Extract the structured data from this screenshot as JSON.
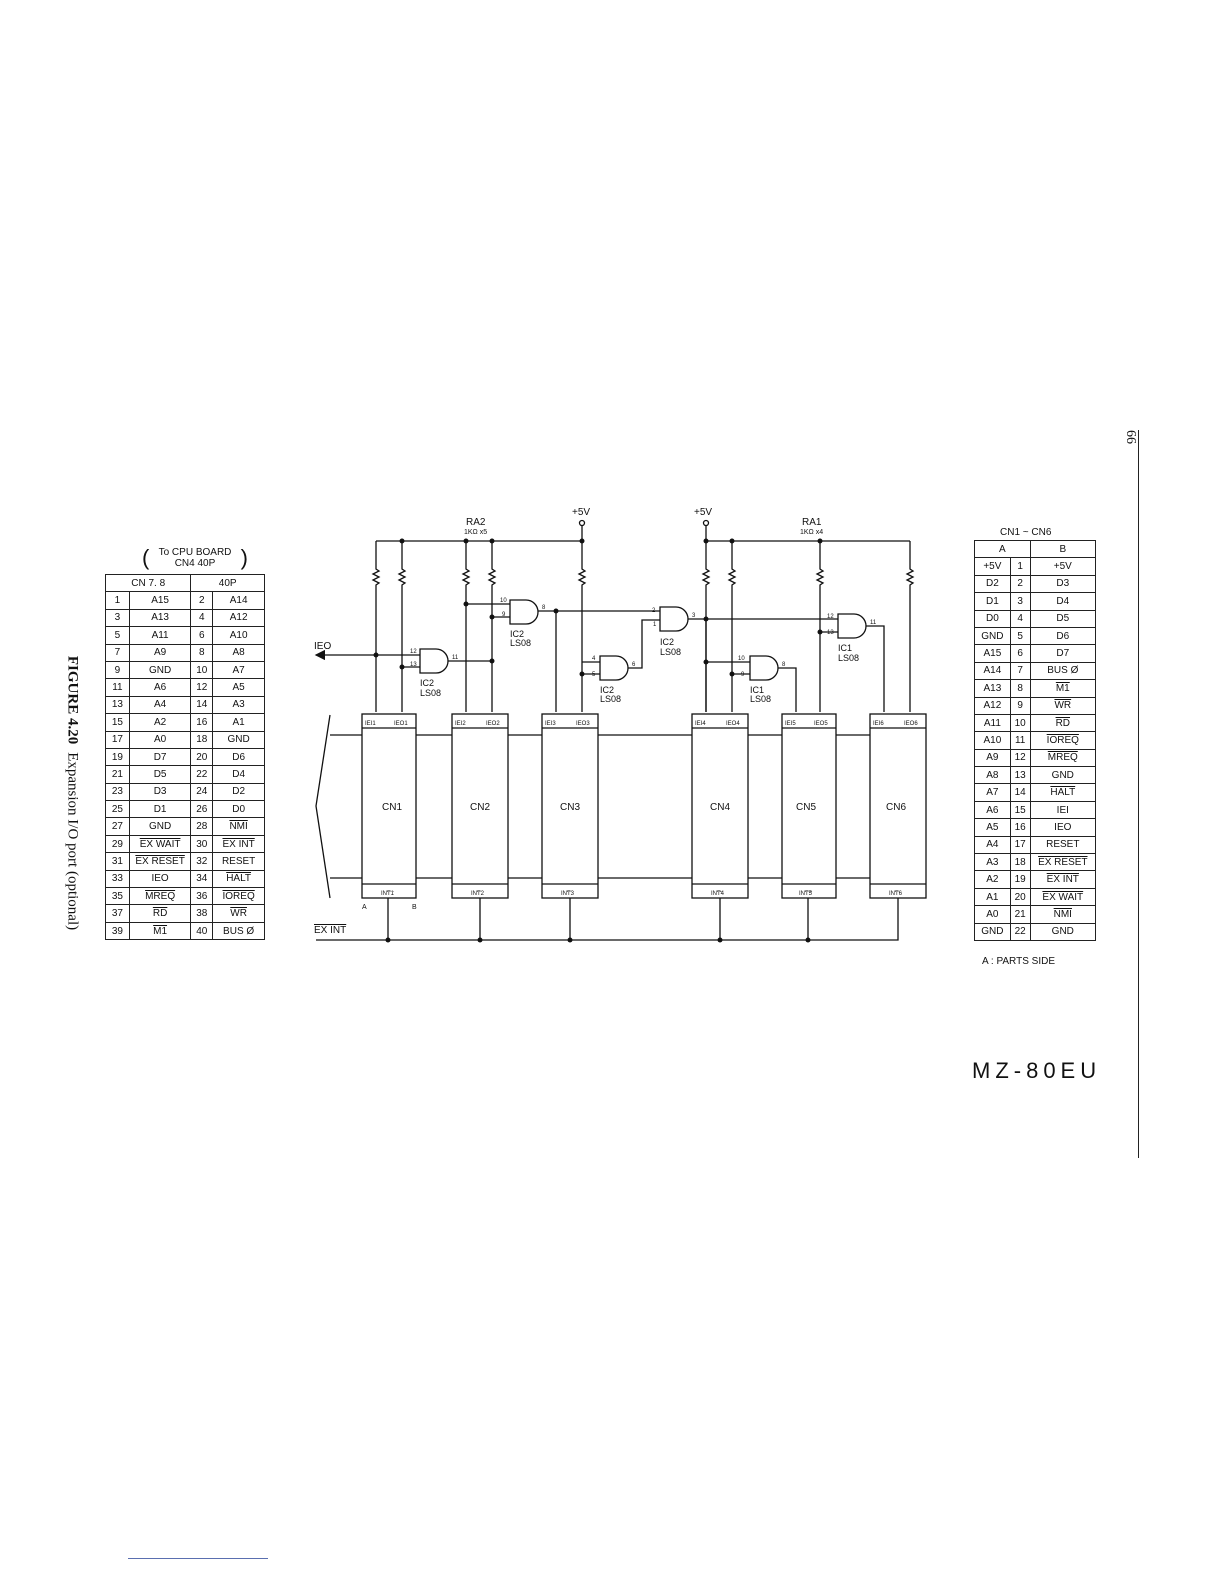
{
  "caption": {
    "figure": "FIGURE 4.20",
    "text": "Expansion I/O port (optional)"
  },
  "page_number": "66",
  "model": "MZ-80EU",
  "left_table": {
    "note_line1": "To CPU BOARD",
    "note_line2": "CN4  40P",
    "header_left": "CN 7. 8",
    "header_right": "40P",
    "rows": [
      [
        {
          "t": "1"
        },
        {
          "t": "A15"
        },
        {
          "t": "2"
        },
        {
          "t": "A14"
        }
      ],
      [
        {
          "t": "3"
        },
        {
          "t": "A13"
        },
        {
          "t": "4"
        },
        {
          "t": "A12"
        }
      ],
      [
        {
          "t": "5"
        },
        {
          "t": "A11"
        },
        {
          "t": "6"
        },
        {
          "t": "A10"
        }
      ],
      [
        {
          "t": "7"
        },
        {
          "t": "A9"
        },
        {
          "t": "8"
        },
        {
          "t": "A8"
        }
      ],
      [
        {
          "t": "9"
        },
        {
          "t": "GND"
        },
        {
          "t": "10"
        },
        {
          "t": "A7"
        }
      ],
      [
        {
          "t": "11"
        },
        {
          "t": "A6"
        },
        {
          "t": "12"
        },
        {
          "t": "A5"
        }
      ],
      [
        {
          "t": "13"
        },
        {
          "t": "A4"
        },
        {
          "t": "14"
        },
        {
          "t": "A3"
        }
      ],
      [
        {
          "t": "15"
        },
        {
          "t": "A2"
        },
        {
          "t": "16"
        },
        {
          "t": "A1"
        }
      ],
      [
        {
          "t": "17"
        },
        {
          "t": "A0"
        },
        {
          "t": "18"
        },
        {
          "t": "GND"
        }
      ],
      [
        {
          "t": "19"
        },
        {
          "t": "D7"
        },
        {
          "t": "20"
        },
        {
          "t": "D6"
        }
      ],
      [
        {
          "t": "21"
        },
        {
          "t": "D5"
        },
        {
          "t": "22"
        },
        {
          "t": "D4"
        }
      ],
      [
        {
          "t": "23"
        },
        {
          "t": "D3"
        },
        {
          "t": "24"
        },
        {
          "t": "D2"
        }
      ],
      [
        {
          "t": "25"
        },
        {
          "t": "D1"
        },
        {
          "t": "26"
        },
        {
          "t": "D0"
        }
      ],
      [
        {
          "t": "27"
        },
        {
          "t": "GND"
        },
        {
          "t": "28"
        },
        {
          "t": "NMI",
          "o": true
        }
      ],
      [
        {
          "t": "29"
        },
        {
          "t": "EX WAIT",
          "o": true
        },
        {
          "t": "30"
        },
        {
          "t": "EX INT",
          "o": true
        }
      ],
      [
        {
          "t": "31"
        },
        {
          "t": "EX RESET",
          "o": true
        },
        {
          "t": "32"
        },
        {
          "t": "RESET"
        }
      ],
      [
        {
          "t": "33"
        },
        {
          "t": "IEO"
        },
        {
          "t": "34"
        },
        {
          "t": "HALT",
          "o": true
        }
      ],
      [
        {
          "t": "35"
        },
        {
          "t": "MREQ",
          "o": true
        },
        {
          "t": "36"
        },
        {
          "t": "IOREQ",
          "o": true
        }
      ],
      [
        {
          "t": "37"
        },
        {
          "t": "RD",
          "o": true
        },
        {
          "t": "38"
        },
        {
          "t": "WR",
          "o": true
        }
      ],
      [
        {
          "t": "39"
        },
        {
          "t": "M1",
          "o": true
        },
        {
          "t": "40"
        },
        {
          "t": "BUS Ø"
        }
      ]
    ]
  },
  "right_table": {
    "note": "CN1 ~ CN6",
    "header_a": "A",
    "header_b": "B",
    "footer_note": "A : PARTS SIDE",
    "rows": [
      [
        {
          "t": "+5V"
        },
        {
          "t": "1"
        },
        {
          "t": "+5V"
        }
      ],
      [
        {
          "t": "D2"
        },
        {
          "t": "2"
        },
        {
          "t": "D3"
        }
      ],
      [
        {
          "t": "D1"
        },
        {
          "t": "3"
        },
        {
          "t": "D4"
        }
      ],
      [
        {
          "t": "D0"
        },
        {
          "t": "4"
        },
        {
          "t": "D5"
        }
      ],
      [
        {
          "t": "GND"
        },
        {
          "t": "5"
        },
        {
          "t": "D6"
        }
      ],
      [
        {
          "t": "A15"
        },
        {
          "t": "6"
        },
        {
          "t": "D7"
        }
      ],
      [
        {
          "t": "A14"
        },
        {
          "t": "7"
        },
        {
          "t": "BUS Ø"
        }
      ],
      [
        {
          "t": "A13"
        },
        {
          "t": "8"
        },
        {
          "t": "M1",
          "o": true
        }
      ],
      [
        {
          "t": "A12"
        },
        {
          "t": "9"
        },
        {
          "t": "WR",
          "o": true
        }
      ],
      [
        {
          "t": "A11"
        },
        {
          "t": "10"
        },
        {
          "t": "RD",
          "o": true
        }
      ],
      [
        {
          "t": "A10"
        },
        {
          "t": "11"
        },
        {
          "t": "IOREQ",
          "o": true
        }
      ],
      [
        {
          "t": "A9"
        },
        {
          "t": "12"
        },
        {
          "t": "MREQ",
          "o": true
        }
      ],
      [
        {
          "t": "A8"
        },
        {
          "t": "13"
        },
        {
          "t": "GND"
        }
      ],
      [
        {
          "t": "A7"
        },
        {
          "t": "14"
        },
        {
          "t": "HALT",
          "o": true
        }
      ],
      [
        {
          "t": "A6"
        },
        {
          "t": "15"
        },
        {
          "t": "IEI"
        }
      ],
      [
        {
          "t": "A5"
        },
        {
          "t": "16"
        },
        {
          "t": "IEO"
        }
      ],
      [
        {
          "t": "A4"
        },
        {
          "t": "17"
        },
        {
          "t": "RESET"
        }
      ],
      [
        {
          "t": "A3"
        },
        {
          "t": "18"
        },
        {
          "t": "EX RESET",
          "o": true
        }
      ],
      [
        {
          "t": "A2"
        },
        {
          "t": "19"
        },
        {
          "t": "EX INT",
          "o": true
        }
      ],
      [
        {
          "t": "A1"
        },
        {
          "t": "20"
        },
        {
          "t": "EX WAIT",
          "o": true
        }
      ],
      [
        {
          "t": "A0"
        },
        {
          "t": "21"
        },
        {
          "t": "NMI",
          "o": true
        }
      ],
      [
        {
          "t": "GND"
        },
        {
          "t": "22"
        },
        {
          "t": "GND"
        }
      ]
    ]
  },
  "schematic": {
    "vcc_left": "+5V",
    "vcc_right": "+5V",
    "ra2_name": "RA2",
    "ra2_value": "1KΩ x5",
    "ra1_name": "RA1",
    "ra1_value": "1KΩ x4",
    "ieo_label": "IEO",
    "exint_label": "EX INT",
    "edge_a": "A",
    "edge_b": "B",
    "connectors": [
      {
        "name": "CN1",
        "iei": "IEI1",
        "ieo": "IEO1",
        "int": "INT1"
      },
      {
        "name": "CN2",
        "iei": "IEI2",
        "ieo": "IEO2",
        "int": "INT2"
      },
      {
        "name": "CN3",
        "iei": "IEI3",
        "ieo": "IEO3",
        "int": "INT3"
      },
      {
        "name": "CN4",
        "iei": "IEI4",
        "ieo": "IEO4",
        "int": "INT4"
      },
      {
        "name": "CN5",
        "iei": "IEI5",
        "ieo": "IEO5",
        "int": "INT5"
      },
      {
        "name": "CN6",
        "iei": "IEI6",
        "ieo": "IEO6",
        "int": "INT6"
      }
    ],
    "gates": [
      {
        "ic": "IC2",
        "type": "LS08",
        "in1": "12",
        "in2": "13",
        "out": "11"
      },
      {
        "ic": "IC2",
        "type": "LS08",
        "in1": "10",
        "in2": "9",
        "out": "8"
      },
      {
        "ic": "IC2",
        "type": "LS08",
        "in1": "4",
        "in2": "5",
        "out": "6"
      },
      {
        "ic": "IC2",
        "type": "LS08",
        "in1": "2",
        "in2": "1",
        "out": "3"
      },
      {
        "ic": "IC1",
        "type": "LS08",
        "in1": "10",
        "in2": "9",
        "out": "8"
      },
      {
        "ic": "IC1",
        "type": "LS08",
        "in1": "12",
        "in2": "13",
        "out": "11"
      }
    ]
  }
}
